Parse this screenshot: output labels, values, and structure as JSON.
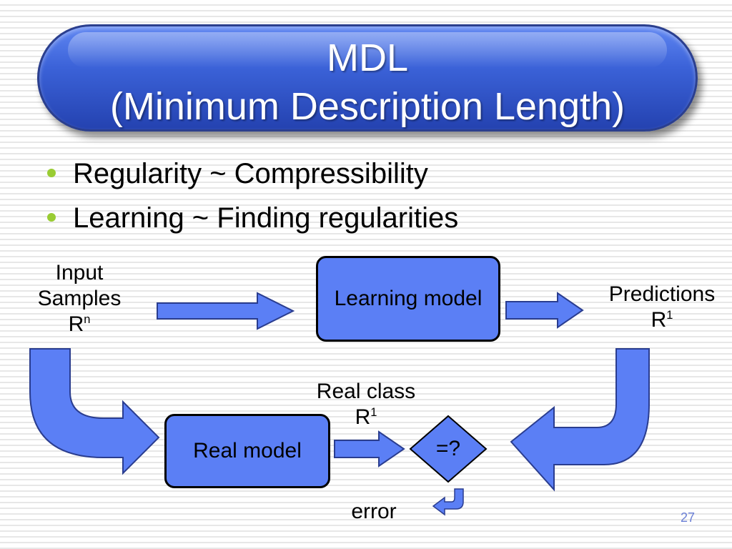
{
  "slide": {
    "title_line1": "MDL",
    "title_line2": "(Minimum Description Length)",
    "page_number": "27"
  },
  "bullets": [
    "Regularity ~ Compressibility",
    "Learning ~ Finding regularities"
  ],
  "diagram": {
    "input_label": [
      "Input",
      "Samples",
      "R"
    ],
    "input_sup": "n",
    "learning_model": "Learning model",
    "predictions_label": [
      "Predictions",
      "R"
    ],
    "predictions_sup": "1",
    "real_class_label": [
      "Real class",
      "R"
    ],
    "real_class_sup": "1",
    "real_model": "Real model",
    "compare": "=?",
    "error": "error"
  },
  "colors": {
    "shape_fill": "#5b7ff5",
    "bullet": "#99cc33",
    "title_bg": "#3b62d8"
  }
}
